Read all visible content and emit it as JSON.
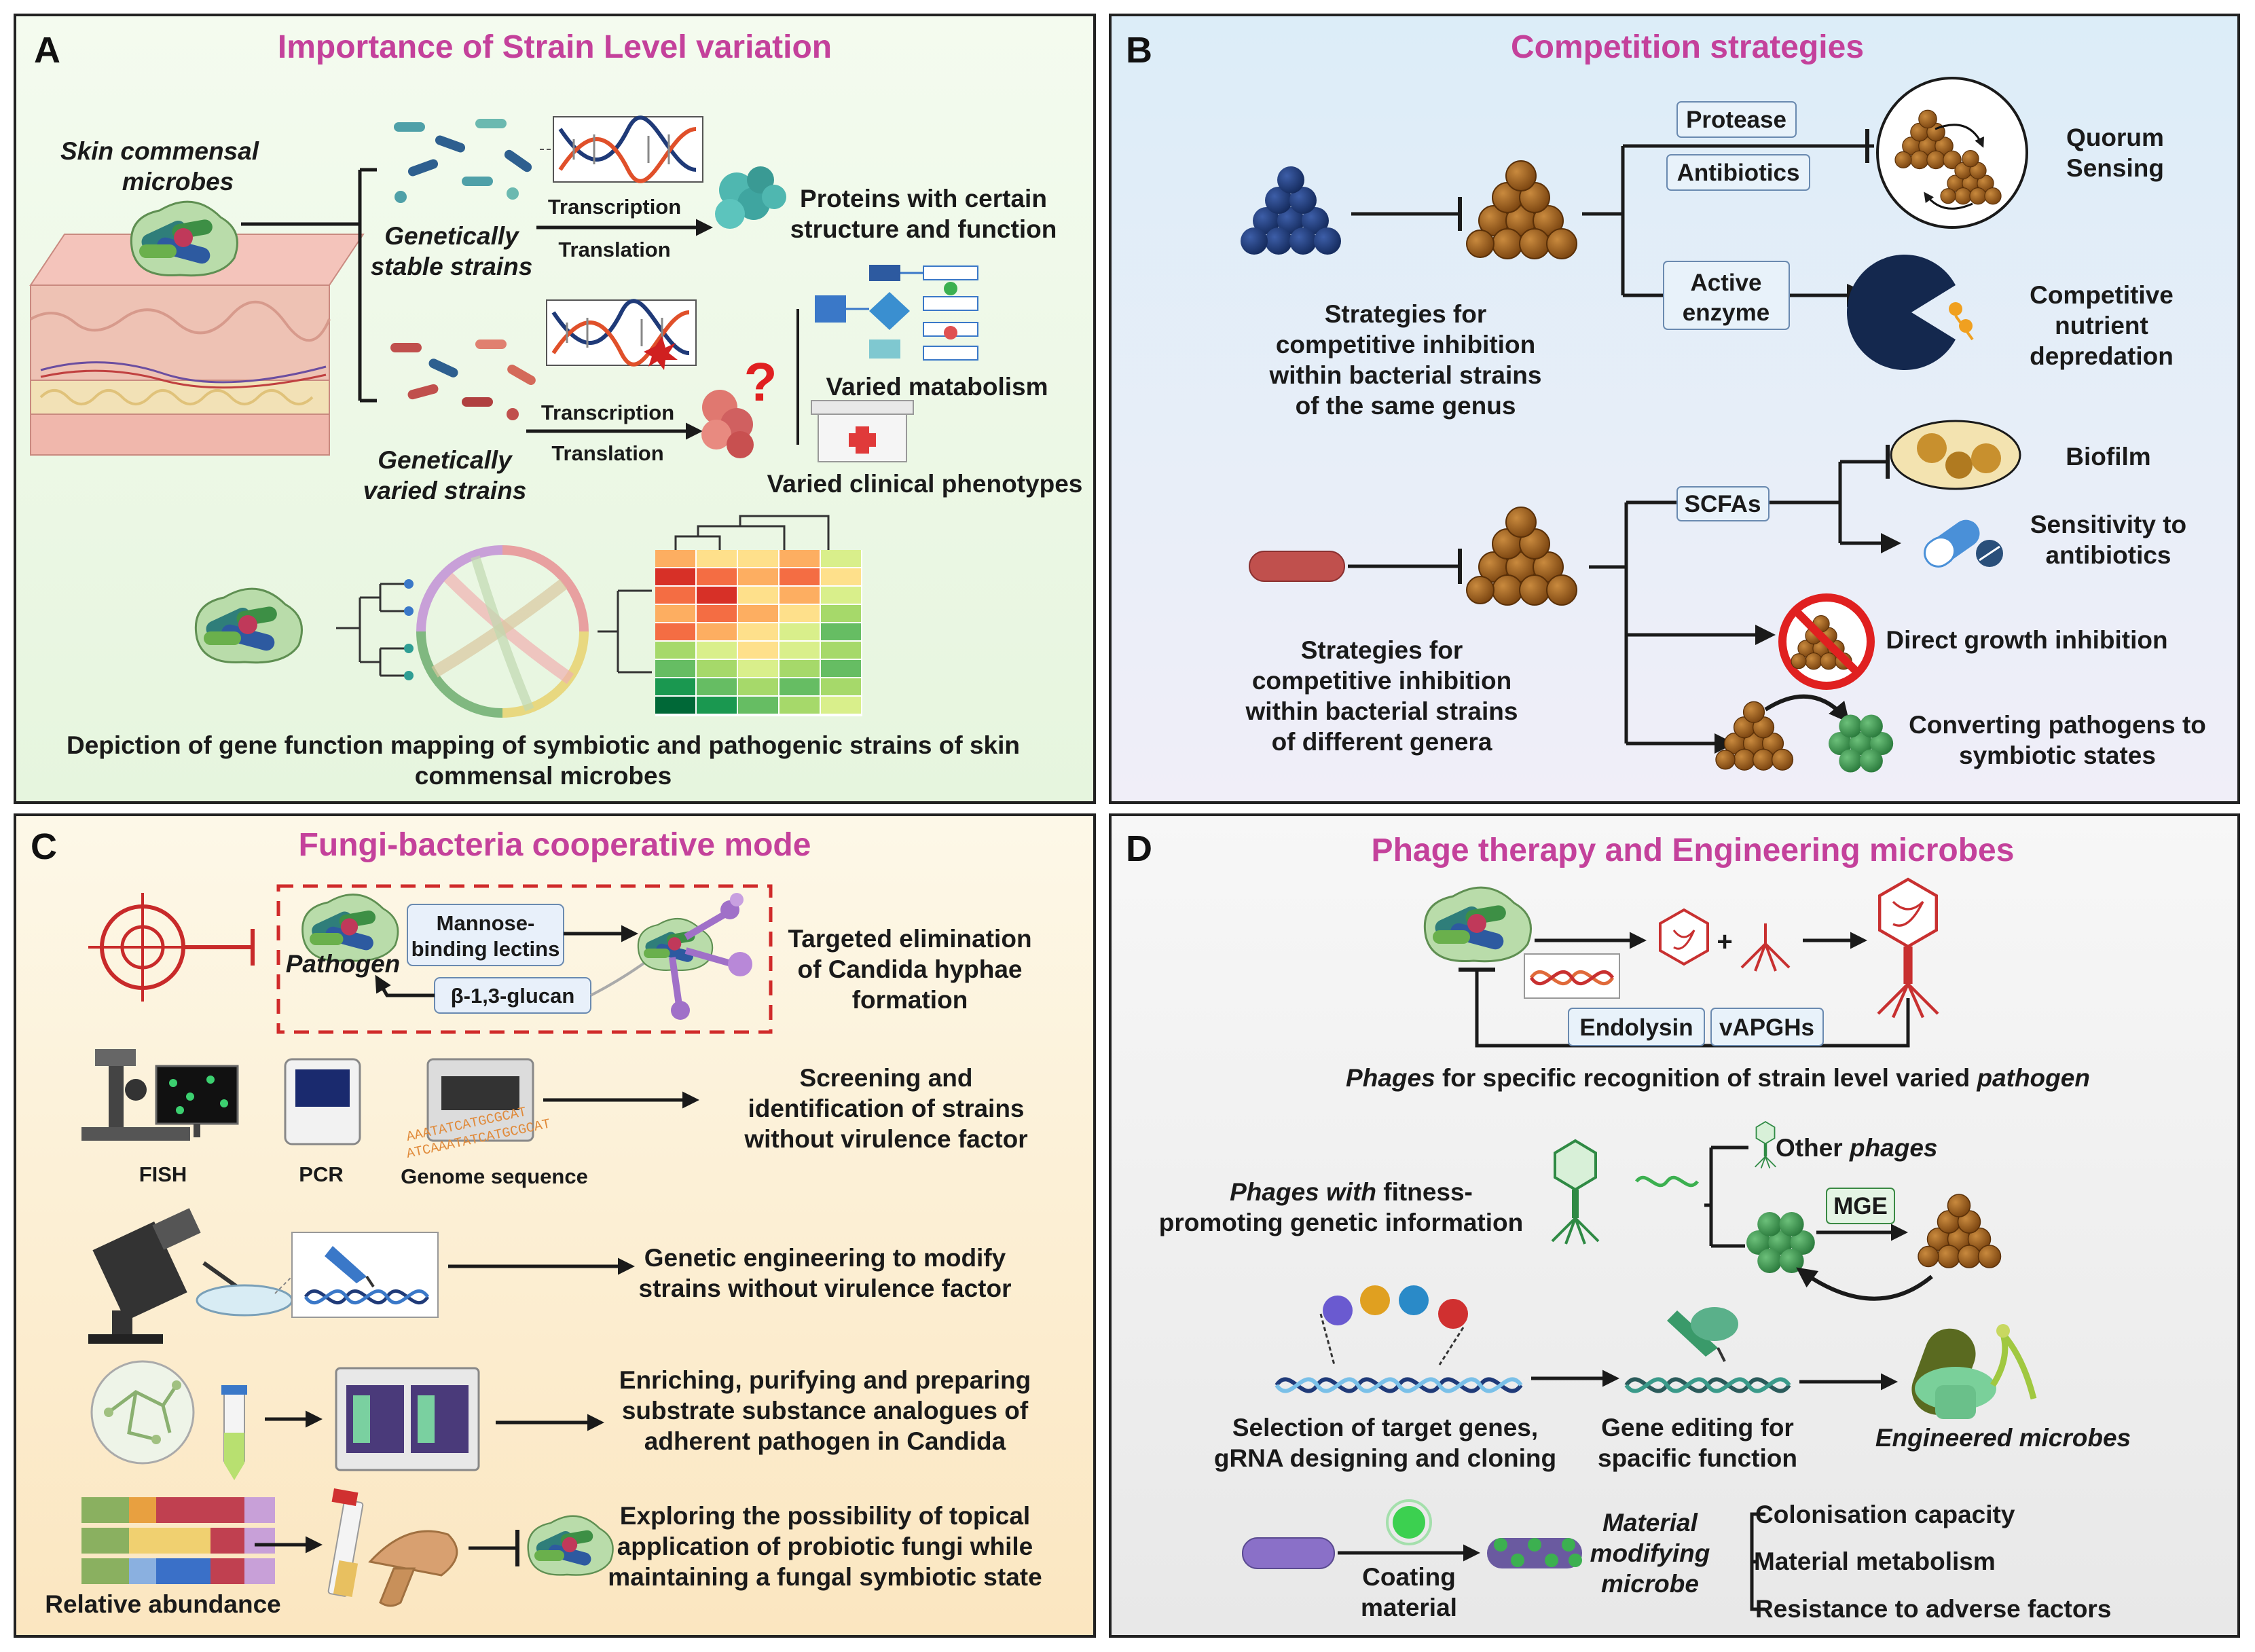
{
  "panels": {
    "A": {
      "letter": "A",
      "title": "Importance of Strain Level variation",
      "skin_commensal_1": "Skin commensal",
      "skin_commensal_2": "microbes",
      "stable_1": "Genetically",
      "stable_2": "stable strains",
      "varied_1": "Genetically",
      "varied_2": "varied strains",
      "transcription_1": "Transcription",
      "translation_1": "Translation",
      "transcription_2": "Transcription",
      "translation_2": "Translation",
      "proteins_1": "Proteins with certain",
      "proteins_2": "structure and function",
      "varied_metabolism": "Varied matabolism",
      "varied_clinical": "Varied clinical phenotypes",
      "depiction_1": "Depiction of gene function mapping of symbiotic and pathogenic strains of skin",
      "depiction_2": "commensal microbes"
    },
    "B": {
      "letter": "B",
      "title": "Competition strategies",
      "protease": "Protease",
      "antibiotics": "Antibiotics",
      "quorum_1": "Quorum",
      "quorum_2": "Sensing",
      "active_1": "Active",
      "active_2": "enzyme",
      "nutrient_1": "Competitive",
      "nutrient_2": "nutrient",
      "nutrient_3": "depredation",
      "same_1": "Strategies for",
      "same_2": "competitive inhibition",
      "same_3": "within bacterial strains",
      "same_4": "of the same genus",
      "scfas": "SCFAs",
      "biofilm": "Biofilm",
      "sens_1": "Sensitivity to",
      "sens_2": "antibiotics",
      "direct": "Direct growth inhibition",
      "diff_1": "Strategies for",
      "diff_2": "competitive inhibition",
      "diff_3": "within bacterial strains",
      "diff_4": "of different genera",
      "convert_1": "Converting pathogens to",
      "convert_2": "symbiotic states"
    },
    "C": {
      "letter": "C",
      "title": "Fungi-bacteria cooperative mode",
      "mannose_1": "Mannose-",
      "mannose_2": "binding lectins",
      "pathogen": "Pathogen",
      "glucan": "β-1,3-glucan",
      "targeted_1": "Targeted elimination",
      "targeted_2": "of Candida hyphae",
      "targeted_3": "formation",
      "fish": "FISH",
      "pcr": "PCR",
      "genome": "Genome sequence",
      "screen_1": "Screening and",
      "screen_2": "identification of strains",
      "screen_3": "without virulence factor",
      "genetic_1": "Genetic engineering to modify",
      "genetic_2": "strains without virulence factor",
      "enrich_1": "Enriching, purifying and preparing",
      "enrich_2": "substrate substance analogues of",
      "enrich_3": "adherent pathogen in Candida",
      "explore_1": "Exploring the possibility of topical",
      "explore_2": "application of probiotic fungi while",
      "explore_3": "maintaining a fungal symbiotic state",
      "relative": "Relative abundance"
    },
    "D": {
      "letter": "D",
      "title": "Phage therapy and Engineering microbes",
      "endolysin": "Endolysin",
      "vapghs": "vAPGHs",
      "phages_it": "Phages",
      "phages_rest": " for specific recognition of strain level varied ",
      "pathogen_it": "pathogen",
      "other": "Other ",
      "other_it": "phages",
      "fitness_it": "Phages with",
      "fitness_1": " fitness-",
      "fitness_2": "promoting genetic information",
      "mge": "MGE",
      "sel_1": "Selection of target genes,",
      "sel_2": "gRNA designing and cloning",
      "gene_1": "Gene editing for",
      "gene_2": "spacific function",
      "engineered": "Engineered microbes",
      "coating_1": "Coating",
      "coating_2": "material",
      "material_1": "Material",
      "material_2": "modifying",
      "material_3": "microbe",
      "col": "Colonisation capacity",
      "met": "Material metabolism",
      "res": "Resistance to adverse factors"
    }
  },
  "colors": {
    "title": "#c4419b",
    "panelA_bg": "#eef8e8",
    "panelB_bg": "#e4f0f8",
    "panelC_bg": "#fbf1d8",
    "panelD_bg": "#f2f2f2",
    "brown_cell": "#a0611e",
    "navy_cell": "#1f3a78",
    "green_cell": "#3f9a52",
    "red_dash": "#d02a2a"
  },
  "icons": [
    "dna-icon",
    "bacteria-icon",
    "protein-icon",
    "flowchart-icon",
    "medical-kit-icon",
    "chord-diagram-icon",
    "heatmap-icon",
    "bacterial-cluster-icon",
    "pacman-icon",
    "no-entry-icon",
    "pill-icon",
    "target-icon",
    "microscope-icon",
    "pcr-machine-icon",
    "sequencer-icon",
    "petri-dish-icon",
    "test-tube-icon",
    "phage-icon",
    "incubator-icon",
    "mushroom-icon"
  ]
}
